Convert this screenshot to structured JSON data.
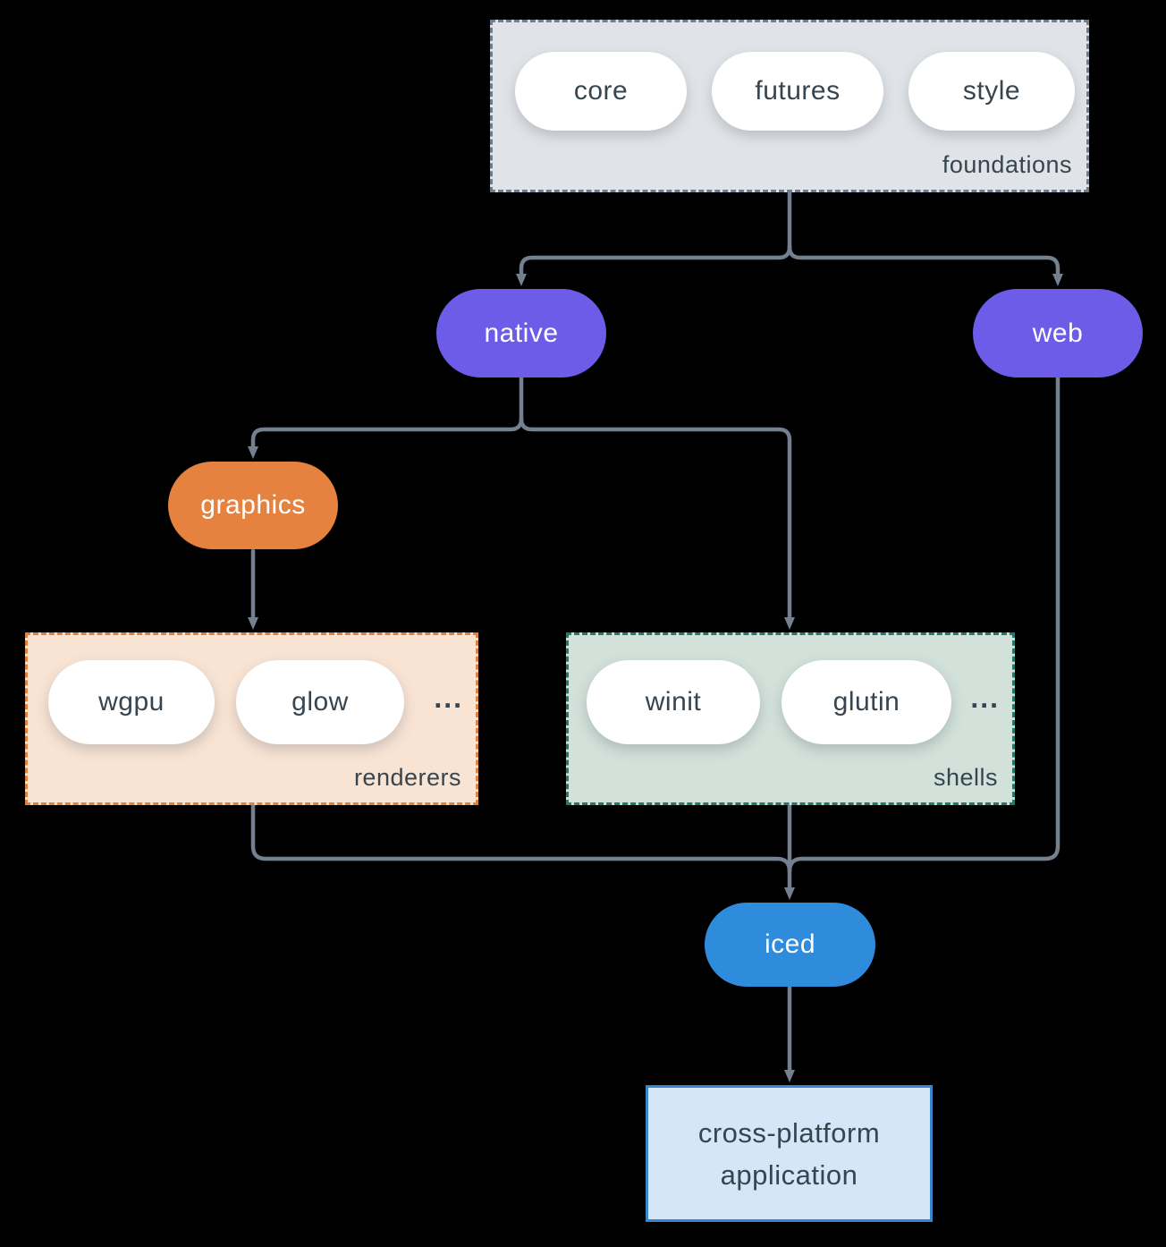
{
  "diagram": {
    "foundations": {
      "label": "foundations",
      "pills": [
        "core",
        "futures",
        "style"
      ]
    },
    "native": {
      "label": "native"
    },
    "web": {
      "label": "web"
    },
    "graphics": {
      "label": "graphics"
    },
    "renderers": {
      "label": "renderers",
      "pills": [
        "wgpu",
        "glow"
      ],
      "ellipsis": "..."
    },
    "shells": {
      "label": "shells",
      "pills": [
        "winit",
        "glutin"
      ],
      "ellipsis": "..."
    },
    "iced": {
      "label": "iced"
    },
    "application": {
      "line1": "cross-platform",
      "line2": "application"
    }
  },
  "colors": {
    "background": "#000000",
    "connector": "#74808f",
    "purple_pill": "#6c5ce8",
    "orange_pill": "#e5823f",
    "blue_pill": "#2f8bdb",
    "white_pill": "#ffffff",
    "foundations_fill": "#e0e4e8",
    "foundations_border": "#6f7d8c",
    "renderers_fill": "#f9e4d4",
    "renderers_border": "#e0813d",
    "shells_fill": "#d2e1da",
    "shells_border": "#217a6a",
    "application_fill": "#d4e6f7",
    "application_border": "#3a85d0",
    "dark_text": "#36454f"
  }
}
